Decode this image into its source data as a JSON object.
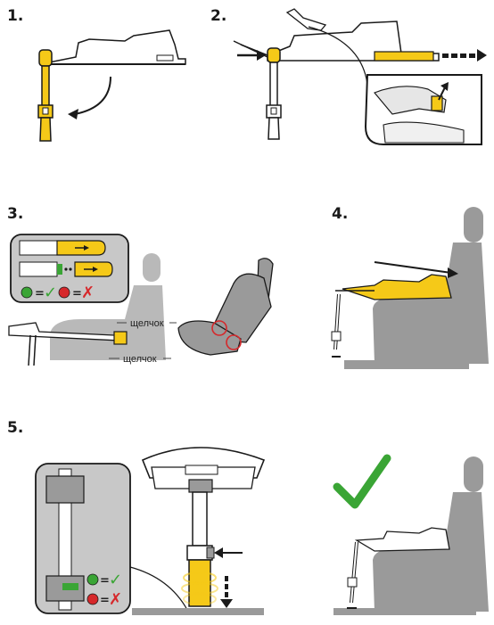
{
  "steps": [
    {
      "number": "1."
    },
    {
      "number": "2."
    },
    {
      "number": "3."
    },
    {
      "number": "4."
    },
    {
      "number": "5."
    }
  ],
  "labels": {
    "click_top": "щелчок",
    "click_bottom": "щелчок"
  },
  "legend_step3": {
    "equals": "=",
    "ok_symbol": "✓",
    "bad_symbol": "✗"
  },
  "legend_step5": {
    "equals": "=",
    "ok_symbol": "✓",
    "bad_symbol": "✗"
  },
  "colors": {
    "yellow": "#f5c918",
    "grey": "#b9b9b9",
    "dark_grey": "#9a9a9a",
    "outline": "#1a1a1a",
    "green": "#3aa535",
    "red": "#d6282b"
  },
  "icons": [
    "check-icon",
    "cross-icon",
    "arrow-icon",
    "magnifier-circle-icon"
  ]
}
